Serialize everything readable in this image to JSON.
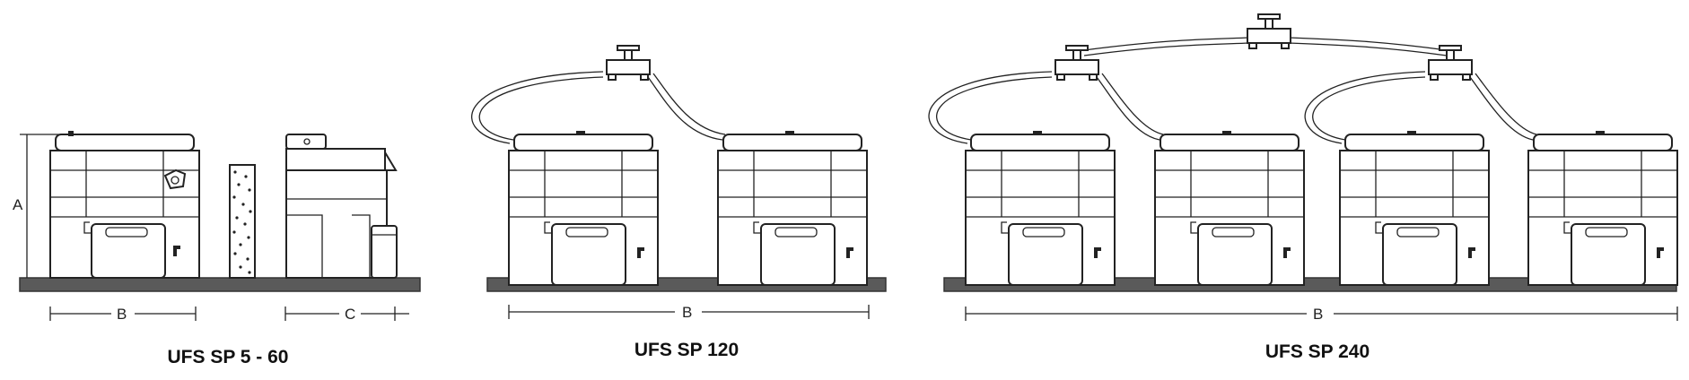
{
  "figures": [
    {
      "caption": "UFS SP 5 - 60",
      "dims": [
        "A",
        "B",
        "C"
      ]
    },
    {
      "caption": "UFS SP 120",
      "dims": [
        "B"
      ]
    },
    {
      "caption": "UFS SP 240",
      "dims": [
        "B"
      ]
    }
  ]
}
